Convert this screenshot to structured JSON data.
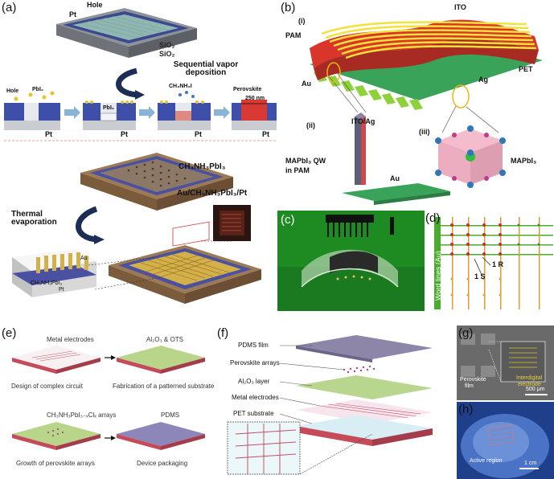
{
  "panels": {
    "a": {
      "letter": "(a)",
      "top_labels": {
        "hole": "Hole",
        "pt": "Pt",
        "sio2_1": "SiO₂",
        "sio2_2": "SiO₂",
        "pt2": "Pt"
      },
      "sequential": "Sequential vapor deposition",
      "step_labels": {
        "hole": "Hole",
        "pbi2": "PbI₂",
        "pbi2_b": "PbI₂",
        "ch3nh3i": "CH₃NH₃I",
        "perovskite": "Perovskite",
        "scale": "250 nm",
        "pt1": "Pt",
        "pt2": "Pt",
        "pt3": "Pt",
        "pt4": "Pt"
      },
      "mid_label": "CH₃NH₃PbI₃",
      "thermal": "Thermal evaporation",
      "device_label": "Au/CH₃NH₃PbI₃/Pt",
      "zoom_labels": {
        "au": "Au",
        "mapbi": "CH₃NH₃PbI₃",
        "pt": "Pt"
      }
    },
    "b": {
      "letter": "(b)",
      "labels": {
        "i": "(i)",
        "ito": "ITO",
        "pam": "PAM",
        "pet": "PET",
        "au": "Au",
        "ag": "Ag",
        "ii": "(ii)",
        "itoag": "ITO/Ag",
        "qw1": "MAPbI₃ QW",
        "qw2": "in PAM",
        "au2": "Au",
        "iii": "(iii)",
        "mapbi": "MAPbI₃"
      }
    },
    "c": {
      "letter": "(c)"
    },
    "d": {
      "letter": "(d)",
      "word_lines": "Word lines (Au)",
      "r": "1 R",
      "s": "1 S"
    },
    "e": {
      "letter": "(e)",
      "labels": {
        "metal": "Metal electrodes",
        "al2o3": "Al₂O₃ & OTS",
        "design": "Design of complex circuit",
        "fab": "Fabrication of a patterned substrate",
        "arrays": "CH₃NH₃PbI₃₋ₓClₓ arrays",
        "pdms": "PDMS",
        "growth": "Growth of perovskite arrays",
        "packaging": "Device packaging"
      }
    },
    "f": {
      "letter": "(f)",
      "labels": {
        "pdms": "PDMS film",
        "arrays": "Perovskite arrays",
        "al2o3": "Al₂O₃ layer",
        "metal": "Metal electrodes",
        "pet": "PET substrate"
      }
    },
    "g": {
      "letter": "(g)",
      "labels": {
        "perov1": "Perovskite",
        "perov2": "film",
        "inter1": "Interdigital",
        "inter2": "electrode",
        "scale": "500 μm"
      }
    },
    "h": {
      "letter": "(h)",
      "labels": {
        "active": "Active region",
        "scale": "1 cm"
      }
    }
  },
  "colors": {
    "pt_gray": "#a9adb2",
    "sio2_blue": "#3d4fa8",
    "substrate_brown": "#8b6a47",
    "au_gold": "#d4b04a",
    "pam_red": "#d9352b",
    "ito_yellow": "#f3e23a",
    "pet_green": "#3aa35a",
    "lattice_pink": "#f0a0b8",
    "word_line_green": "#4caa2c"
  }
}
